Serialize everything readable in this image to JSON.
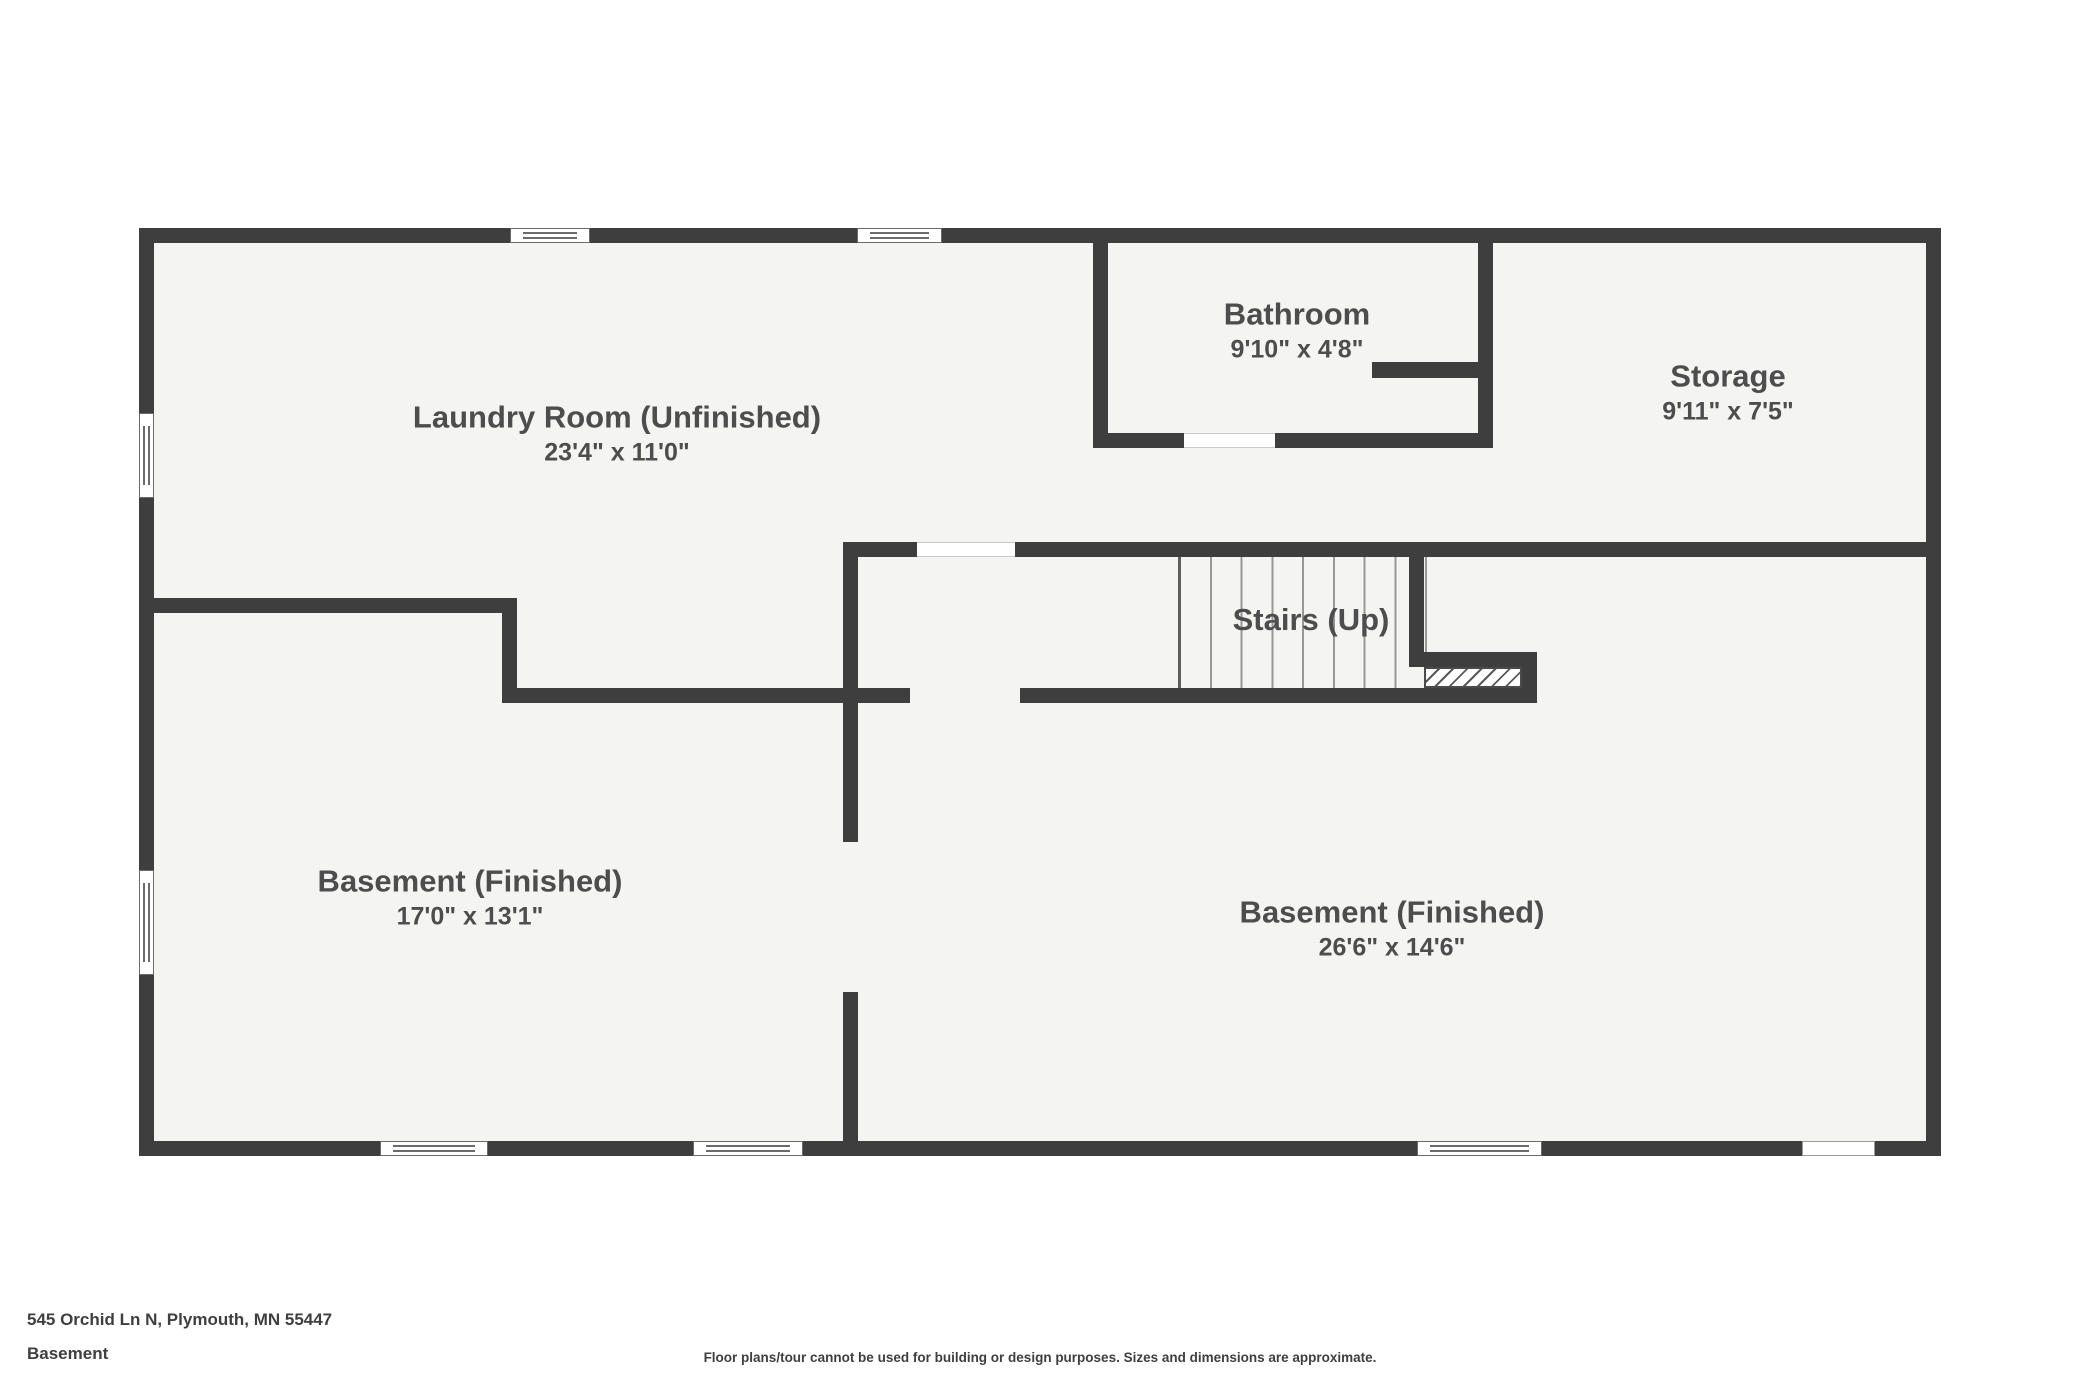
{
  "plan": {
    "colors": {
      "wall": "#3e3e3e",
      "floor": "#f4f4f3",
      "label": "#4d4d4d",
      "winline": "#6b6b6b"
    },
    "rooms": [
      {
        "id": "laundry",
        "name": "Laundry Room (Unfinished)",
        "dims": "23'4\" x 11'0\""
      },
      {
        "id": "bathroom",
        "name": "Bathroom",
        "dims": "9'10\" x 4'8\""
      },
      {
        "id": "storage",
        "name": "Storage",
        "dims": "9'11\" x 7'5\""
      },
      {
        "id": "stairs",
        "name": "Stairs (Up)",
        "dims": ""
      },
      {
        "id": "basement-left",
        "name": "Basement (Finished)",
        "dims": "17'0\" x 13'1\""
      },
      {
        "id": "basement-right",
        "name": "Basement (Finished)",
        "dims": "26'6\" x 14'6\""
      }
    ]
  },
  "footer": {
    "address": "545 Orchid Ln N, Plymouth, MN 55447",
    "level": "Basement",
    "disclaimer": "Floor plans/tour cannot be used for building or design purposes. Sizes and dimensions are approximate."
  }
}
